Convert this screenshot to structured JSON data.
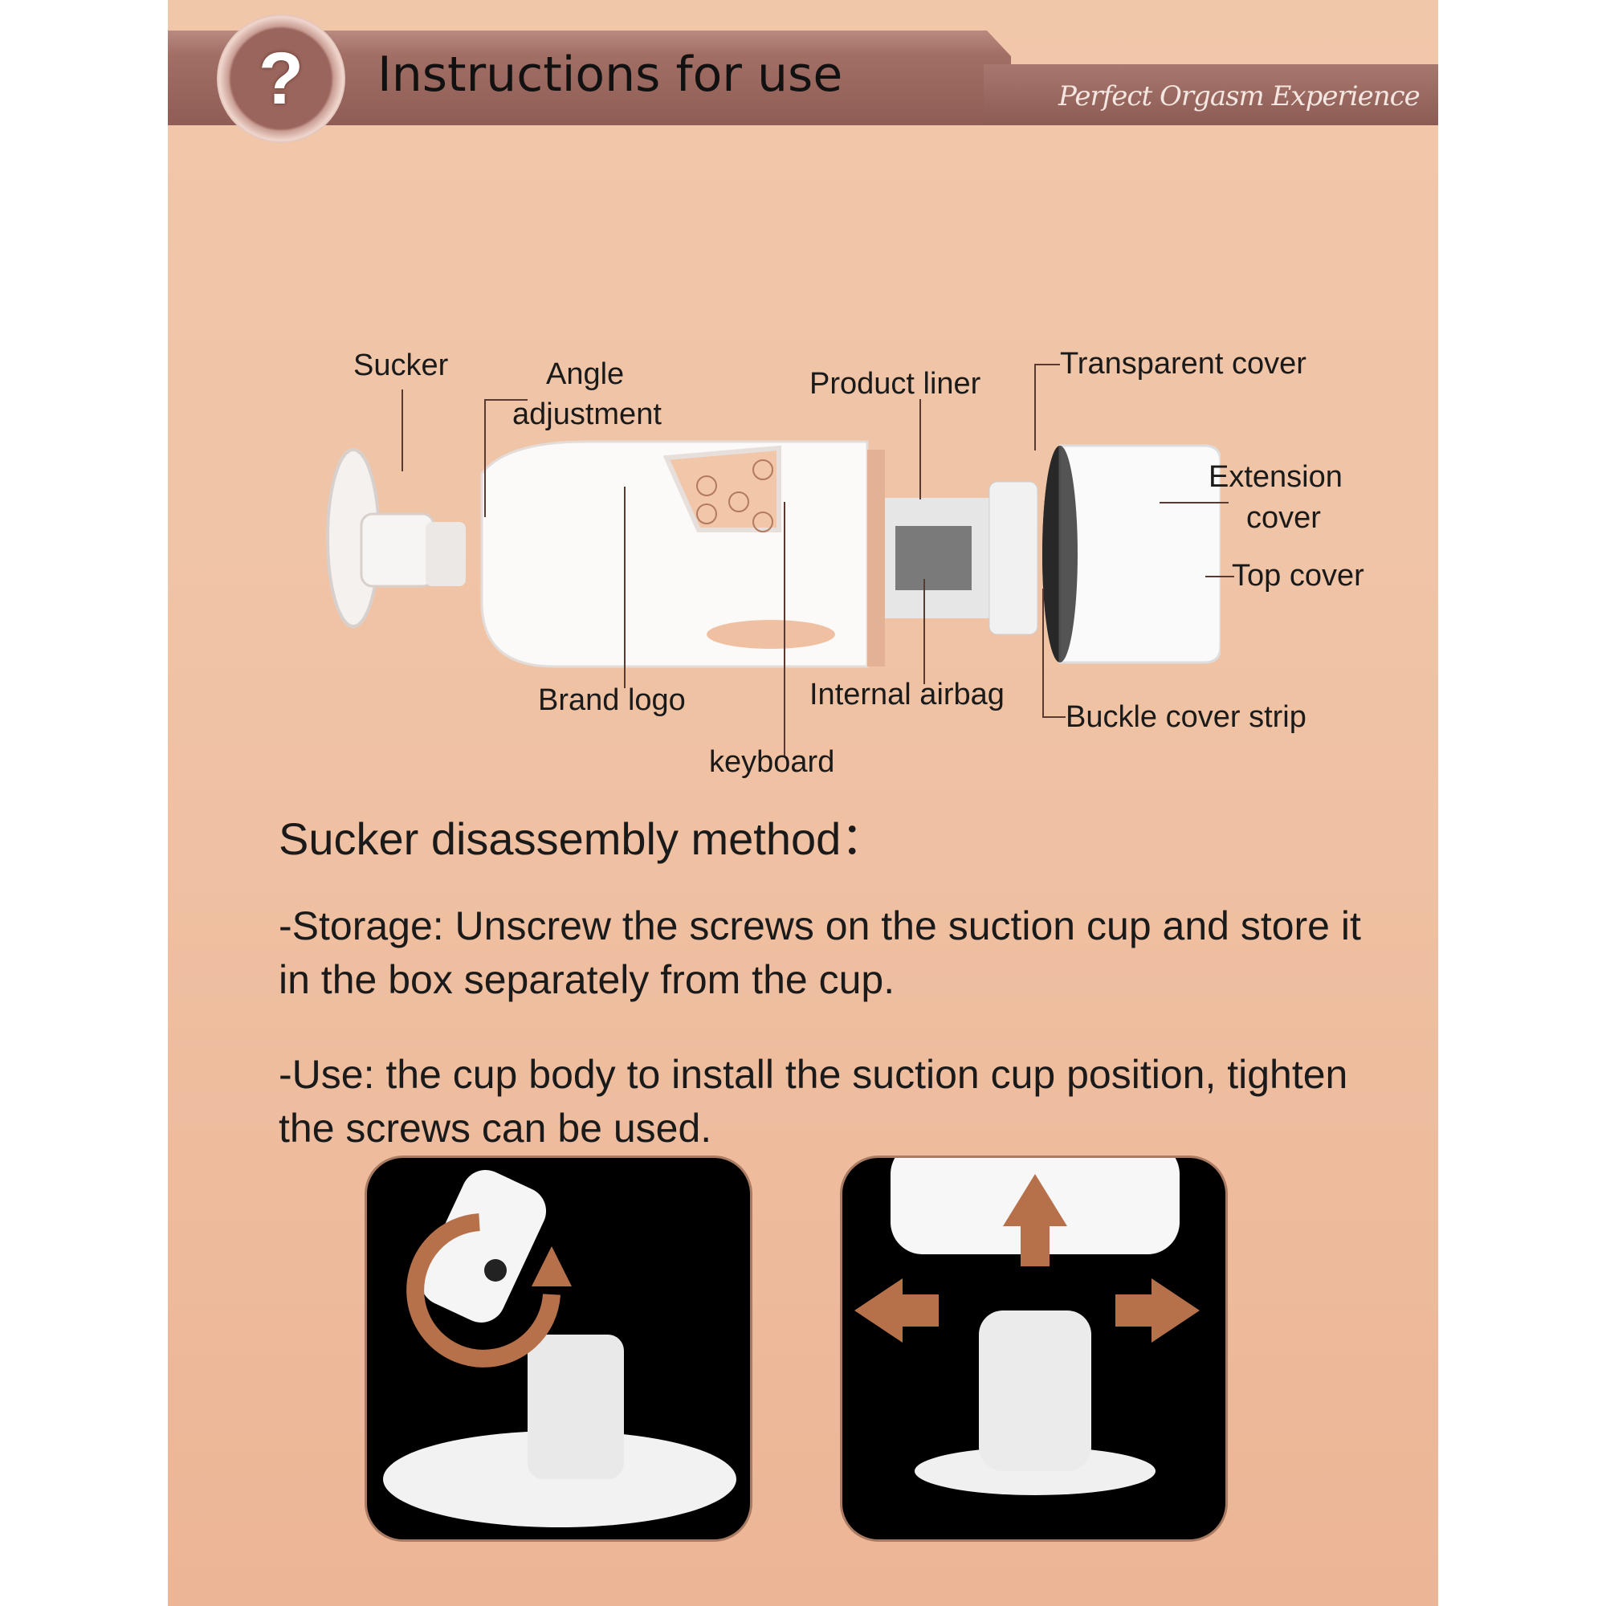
{
  "header": {
    "title": "Instructions for use",
    "tagline": "Perfect Orgasm Experience",
    "icon": "question-mark-icon",
    "icon_glyph": "?"
  },
  "diagram": {
    "labels": {
      "sucker": "Sucker",
      "angle_adjustment_1": "Angle",
      "angle_adjustment_2": "adjustment",
      "product_liner": "Product liner",
      "transparent_cover": "Transparent cover",
      "extension_cover_1": "Extension",
      "extension_cover_2": "cover",
      "top_cover": "Top cover",
      "buckle_cover_strip": "Buckle cover strip",
      "internal_airbag": "Internal airbag",
      "brand_logo": "Brand logo",
      "keyboard": "keyboard"
    }
  },
  "section": {
    "heading": "Sucker disassembly method：",
    "storage": "-Storage: Unscrew the screws on the suction cup and store it in the box separately from the cup.",
    "use": "-Use: the cup body to install the suction cup position, tighten the screws can be used."
  },
  "colors": {
    "accent": "#b7714a",
    "band": "#9a665d",
    "background": "#f0c3a5"
  }
}
